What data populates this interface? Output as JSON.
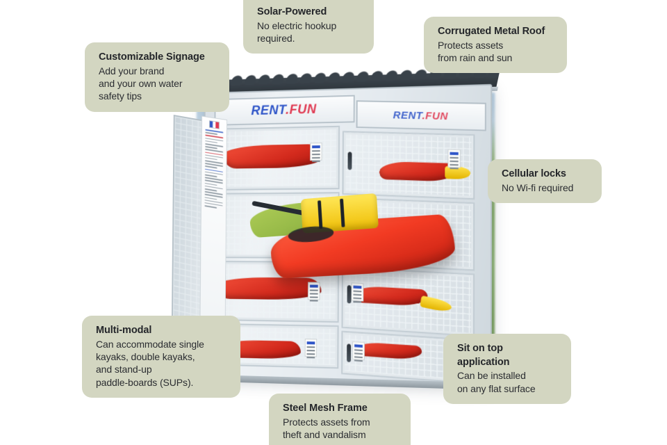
{
  "page": {
    "title": "Kayak Storage Locker Feature Infographic",
    "background_color": "#ffffff",
    "callout_color": "#d3d6c1",
    "text_color": "#24262a"
  },
  "product": {
    "brand": {
      "word1": "RENT",
      "separator": ".",
      "word2": "FUN",
      "word1_color": "#2f55c8",
      "separator_color": "#e03a52",
      "word2_color": "#e03a52"
    },
    "description": "Two-column, four-tier steel mesh kayak storage locker with corrugated metal roof, open cage door, red sit-on-top kayaks and yellow life vests inside, photographed outdoors on grass.",
    "frame_color": "#e4eaef",
    "roof_color": "#2b3238",
    "kayak_color": "#e8391f",
    "vest_color": "#f2c000"
  },
  "callouts": [
    {
      "id": "customizable-signage",
      "title": "Customizable Signage",
      "lines": [
        "Add your brand",
        "and your own water",
        "safety tips"
      ]
    },
    {
      "id": "solar-powered",
      "title": "Solar-Powered",
      "lines": [
        "No electric hookup",
        "required."
      ]
    },
    {
      "id": "corrugated-metal-roof",
      "title": "Corrugated Metal Roof",
      "lines": [
        "Protects assets",
        "from rain and sun"
      ]
    },
    {
      "id": "cellular-locks",
      "title": "Cellular locks",
      "lines": [
        "No Wi-fi required"
      ]
    },
    {
      "id": "multi-modal",
      "title": "Multi-modal",
      "lines": [
        "Can accommodate single",
        "kayaks, double kayaks,",
        "and stand-up",
        "paddle-boards (SUPs)."
      ]
    },
    {
      "id": "steel-mesh-frame",
      "title": "Steel Mesh Frame",
      "lines": [
        "Protects assets from",
        "theft and vandalism"
      ]
    },
    {
      "id": "sit-on-top-application",
      "title_lines": [
        "Sit on top",
        "application"
      ],
      "title": "Sit on top application",
      "lines": [
        "Can be installed",
        "on any flat surface"
      ]
    }
  ]
}
